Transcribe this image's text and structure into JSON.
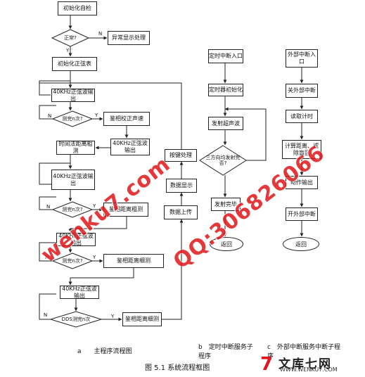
{
  "flow_a": {
    "init_check": "初始化自检",
    "q_normal": "正常?",
    "abnormal": "异常显示处理",
    "init_sine": "初始化正弦表",
    "sine_40k_1": "40KHz正弦波输出",
    "q_done_n_1": "测完n次?",
    "phase_check": "鉴相校正声速",
    "sine_40k_2": "40KHz正弦波输出",
    "time_diff_rough": "时间法距离粗测",
    "sine_40k_3": "40KHz正弦波输出",
    "q_done_n_2": "测完n次?",
    "phase_rough": "鉴相距离粗测",
    "sine_40k_4": "40KHz正弦波输出",
    "q_done_n_3": "测完n次?",
    "phase_fine": "鉴相距离细测",
    "sine_40k_5": "40KHz正弦波输出",
    "q_dds": "DDS测完n次",
    "phase_fine2": "鉴相距离细测",
    "data_upload": "数据上传",
    "data_display": "数据显示",
    "key_process": "按键处理",
    "label_n": "N",
    "label_y": "Y"
  },
  "flow_b": {
    "entry": "定时中断入口",
    "init": "定时器初始化",
    "emit": "发射超声波",
    "q_three": "三方向均发射完否?",
    "finish": "发射完毕",
    "ret": "返回"
  },
  "flow_c": {
    "entry": "外部中断入口",
    "close_ext": "关外部中断",
    "read_t": "读取计时",
    "compute": "计算距离、滤除盲区",
    "action": "动作输出",
    "open_ext": "开外部中断",
    "ret": "返回"
  },
  "captions": {
    "a": "a　　主程序流程图",
    "b": "b　定时中断服务子程序",
    "c": "c　外部中断服务中断子程序",
    "figure": "图 5.1 系统流程框图"
  },
  "watermark": {
    "text1": "wenku7.com",
    "text2": "QQ:306826066",
    "color": "#e0161a"
  },
  "logo": {
    "mark": "7",
    "name": "文库七网",
    "url": "WWW.WENKU7.COM"
  }
}
